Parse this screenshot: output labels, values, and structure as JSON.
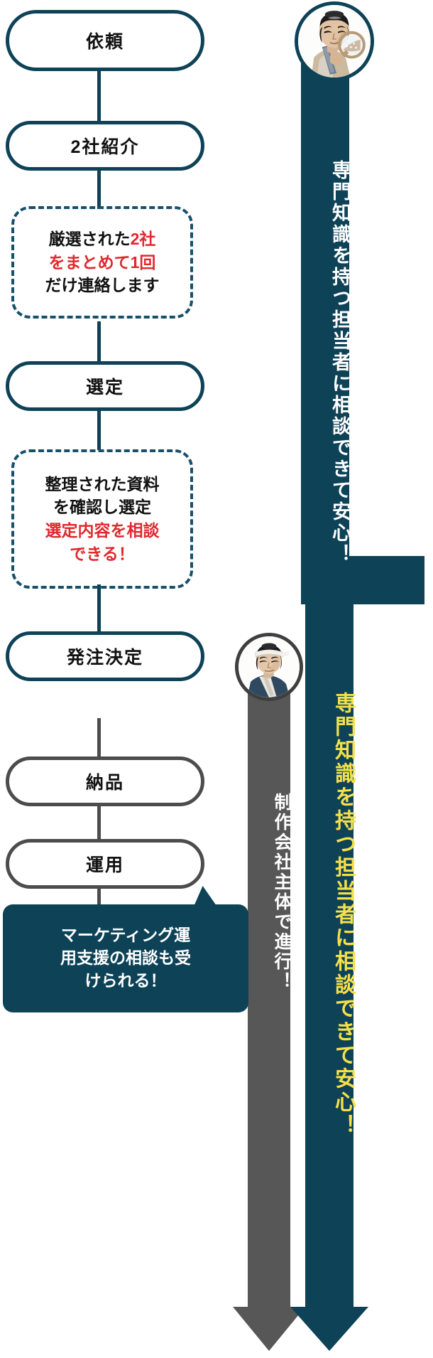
{
  "flow": {
    "nodes": [
      {
        "label": "依頼",
        "style": "teal"
      },
      {
        "label": "2社紹介",
        "style": "teal"
      },
      {
        "label": "選定",
        "style": "teal"
      },
      {
        "label": "発注決定",
        "style": "teal"
      },
      {
        "label": "納品",
        "style": "gray"
      },
      {
        "label": "運用",
        "style": "gray"
      }
    ]
  },
  "callouts": [
    {
      "name": "callout-two-companies",
      "lines": [
        {
          "segments": [
            {
              "text": "厳選された",
              "color": "black"
            },
            {
              "text": "2社",
              "color": "red"
            }
          ]
        },
        {
          "segments": [
            {
              "text": "をまとめて1回",
              "color": "red"
            }
          ]
        },
        {
          "segments": [
            {
              "text": "だけ連絡します",
              "color": "black"
            }
          ]
        }
      ]
    },
    {
      "name": "callout-selection",
      "lines": [
        {
          "segments": [
            {
              "text": "整理された資料",
              "color": "black"
            }
          ]
        },
        {
          "segments": [
            {
              "text": "を確認し選定",
              "color": "black"
            }
          ]
        },
        {
          "segments": [
            {
              "text": "選定内容を相談",
              "color": "red"
            }
          ]
        },
        {
          "segments": [
            {
              "text": "できる！",
              "color": "red"
            }
          ]
        }
      ]
    }
  ],
  "bubble": {
    "name": "marketing-support-bubble",
    "lines": [
      "マーケティング運",
      "用支援の相談も受",
      "けられる！"
    ]
  },
  "ribbons": [
    {
      "name": "ribbon-expert-top",
      "text": "専門知識を持つ担当者に相談できて安心！",
      "bar_color": "#0d4257",
      "text_color": "#ffffff",
      "avatar": "samurai-magnifier-avatar"
    },
    {
      "name": "ribbon-production-company",
      "text": "制作会社主体で進行！",
      "bar_color": "#575757",
      "text_color": "#ffffff",
      "avatar": "samurai-headband-avatar"
    },
    {
      "name": "ribbon-expert-bottom",
      "text": "専門知識を持つ担当者に相談できて安心！",
      "bar_color": "#0d4257",
      "text_color": "#f5e04a",
      "avatar": null
    }
  ],
  "colors": {
    "teal": "#0d4257",
    "teal_dash": "#17506b",
    "gray": "#575757",
    "red": "#e0282e",
    "yellow": "#f5e04a",
    "white": "#ffffff"
  }
}
